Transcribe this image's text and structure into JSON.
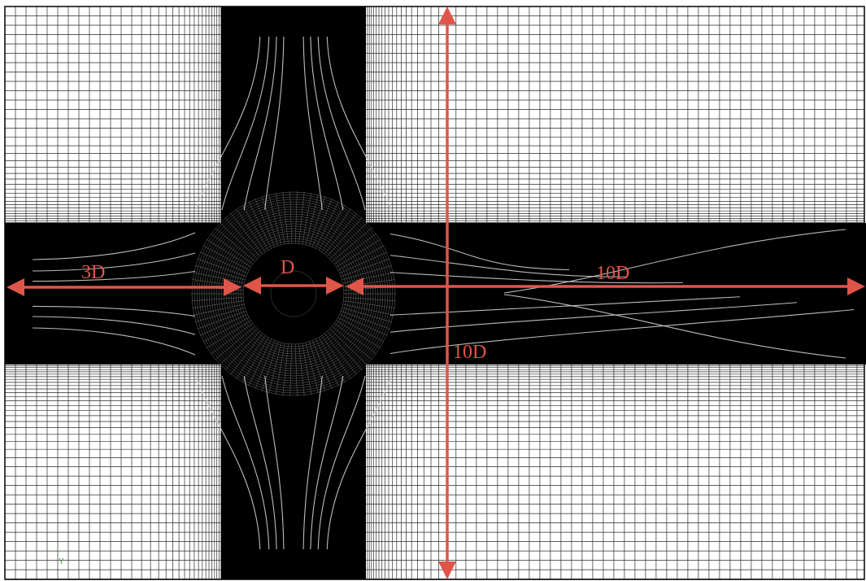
{
  "labels": {
    "upstream": "3D",
    "diameter": "D",
    "downstream": "10D",
    "height": "10D"
  },
  "axis_marker": "Y",
  "colors": {
    "mesh_lines": "#2a2a2a",
    "mesh_background": "#ffffff",
    "dense_band": "#000000",
    "streamlines": "#cfcfcf",
    "dimension_arrows": "#e0554a",
    "axis_marker": "#3a9a3a"
  }
}
